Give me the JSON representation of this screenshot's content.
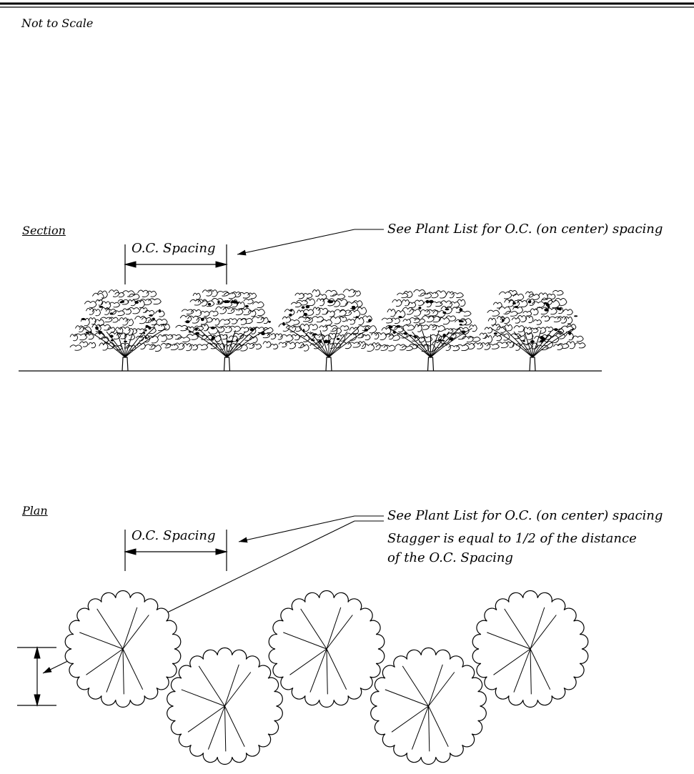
{
  "header": {
    "scale_note": "Not to Scale"
  },
  "section": {
    "title": "Section",
    "dimension_label": "O.C. Spacing",
    "callout": "See Plant List for O.C. (on center) spacing",
    "shrub_count": 5
  },
  "plan": {
    "title": "Plan",
    "dimension_label": "O.C. Spacing",
    "callout": "See Plant List for O.C. (on center) spacing",
    "stagger_note_line1": "Stagger is equal to 1/2 of the distance",
    "stagger_note_line2": "of the O.C. Spacing",
    "shrub_count": 5
  },
  "colors": {
    "ink": "#000000",
    "paper": "#ffffff"
  }
}
